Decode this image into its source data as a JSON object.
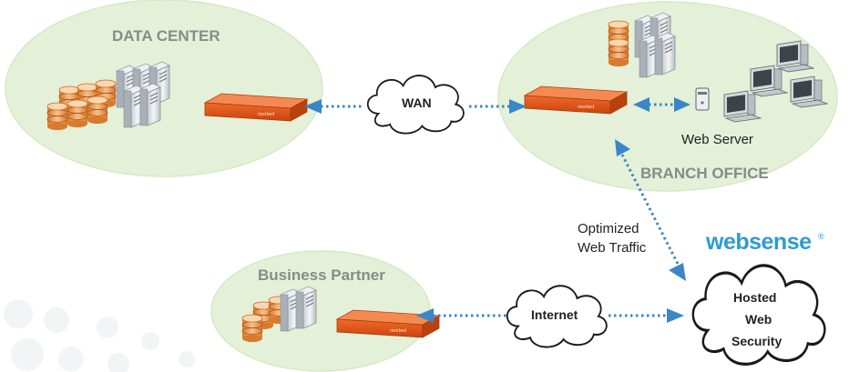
{
  "zones": {
    "data_center": "DATA CENTER",
    "branch_office": "BRANCH OFFICE",
    "business_partner": "Business Partner"
  },
  "clouds": {
    "wan": "WAN",
    "internet": "Internet",
    "hosted": [
      "Hosted",
      "Web",
      "Security"
    ]
  },
  "labels": {
    "web_server": "Web Server",
    "optimized": [
      "Optimized",
      "Web Traffic"
    ]
  },
  "brand": {
    "name": "websense",
    "mark": "®"
  },
  "colors": {
    "zone_fill": "#e4f0d8",
    "link": "#3a86c8",
    "appliance": "#e8561a",
    "db_orange": "#f0a25a",
    "brand_blue": "#2f9ad6"
  },
  "icons": {
    "database": "database-stack-icon",
    "server_rack": "server-rack-icon",
    "appliance": "wan-optimizer-appliance-icon",
    "workstation": "workstation-icon",
    "web_server": "web-server-icon"
  }
}
